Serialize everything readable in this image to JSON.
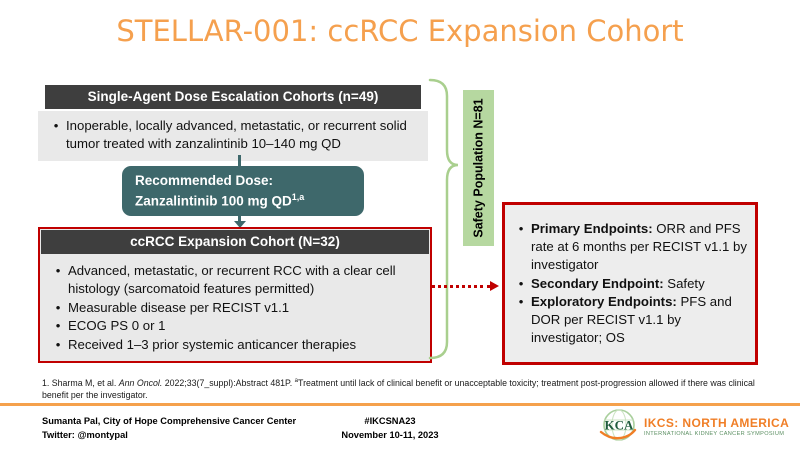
{
  "slide": {
    "title": "STELLAR-001: ccRCC Expansion Cohort"
  },
  "escalation_box": {
    "header": "Single-Agent Dose Escalation Cohorts (n=49)",
    "bullets": [
      "Inoperable, locally advanced, metastatic, or recurrent solid tumor treated with zanzalintinib 10–140 mg QD"
    ]
  },
  "dose_box": {
    "line1": "Recommended Dose:",
    "line2": "Zanzalintinib 100 mg QD",
    "line2_sup": "1,a"
  },
  "expansion_box": {
    "header": "ccRCC Expansion Cohort (N=32)",
    "bullets": [
      "Advanced, metastatic, or recurrent RCC with a clear cell histology (sarcomatoid features permitted)",
      "Measurable disease per RECIST v1.1",
      "ECOG PS 0 or 1",
      "Received 1–3 prior systemic anticancer therapies"
    ]
  },
  "safety_label": {
    "text": "Safety Population N=81"
  },
  "endpoints_box": {
    "bullets": [
      {
        "label": "Primary Endpoints:",
        "text": " ORR and PFS rate at 6 months per RECIST v1.1 by investigator"
      },
      {
        "label": "Secondary Endpoint:",
        "text": " Safety"
      },
      {
        "label": "Exploratory Endpoints:",
        "text": " PFS and DOR per RECIST v1.1 by investigator; OS"
      }
    ]
  },
  "footnote": {
    "part1": "1. Sharma M, et al. ",
    "journal": "Ann Oncol.",
    "part2": " 2022;33(7_suppl):Abstract 481P. ",
    "sup": "a",
    "part3": "Treatment until lack of clinical benefit or unacceptable toxicity; treatment post-progression allowed if there was clinical benefit per the investigator."
  },
  "footer": {
    "presenter_line1": "Sumanta Pal, City of Hope Comprehensive Cancer Center",
    "presenter_line2": "Twitter: @montypal",
    "hashtag": "#IKCSNA23",
    "date": "November 10-11, 2023",
    "logo": {
      "monogram": "KCA",
      "name": "IKCS: NORTH AMERICA",
      "tagline": "INTERNATIONAL KIDNEY CANCER SYMPOSIUM"
    }
  },
  "colors": {
    "accent_orange": "#F5A04E",
    "header_dark": "#3E3E3E",
    "body_gray": "#E9E9E9",
    "teal": "#3E686B",
    "green_label": "#B6D8A0",
    "brace_green": "#A9CF8E",
    "red": "#C00000"
  }
}
